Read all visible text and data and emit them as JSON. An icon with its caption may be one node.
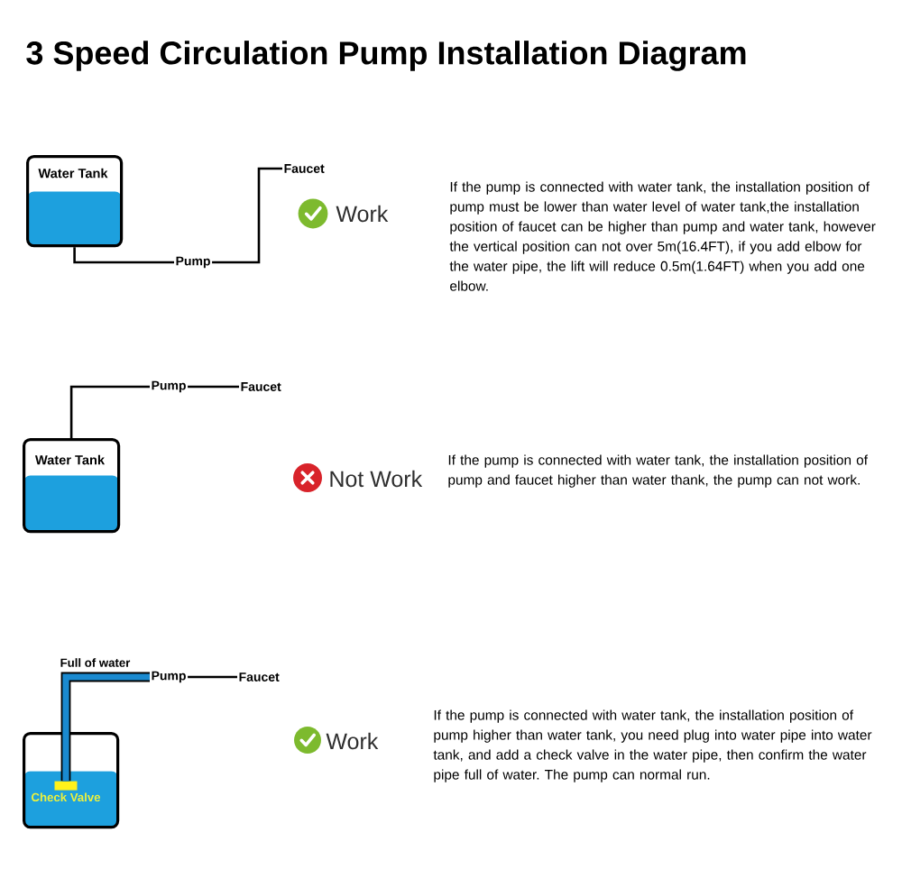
{
  "diagram": {
    "title": "3 Speed Circulation Pump Installation Diagram",
    "nodes": [
      {
        "text": [
          "Water Tank"
        ]
      },
      {
        "text": [
          "Pump"
        ]
      },
      {
        "text": [
          "Faucet"
        ]
      },
      {
        "text": [
          "Pump"
        ]
      },
      {
        "text": [
          "Faucet"
        ]
      },
      {
        "text": [
          "Water Tank"
        ]
      },
      {
        "text": [],
        "shape": "box"
      },
      {
        "text": [
          "Check Valve"
        ],
        "in": 6
      },
      {
        "text": [
          "Pump"
        ]
      },
      {
        "text": [
          "Faucet"
        ]
      }
    ],
    "edges": [
      {
        "from": 0,
        "to": 1,
        "arrow": "none"
      },
      {
        "from": 1,
        "to": 2,
        "arrow": "none"
      },
      {
        "from": 5,
        "to": 3,
        "arrow": "none"
      },
      {
        "from": 3,
        "to": 4,
        "arrow": "none"
      },
      {
        "from": 7,
        "to": 8,
        "arrow": "none",
        "label": "Full of water",
        "style": "thick",
        "color": "#1a8ad0"
      },
      {
        "from": 8,
        "to": 9,
        "arrow": "none"
      }
    ],
    "labels": [
      "Work",
      "If the pump is connected with water tank, the installation position of pump must be lower than water level of water tank,the installation position of faucet can be higher than pump and water tank, however the vertical position can not over 5m(16.4FT), if you add elbow for the water pipe, the lift will reduce 0.5m(1.64FT) when you add one elbow.",
      "Not Work",
      "If the pump is connected with water tank, the installation position of pump and faucet higher than water thank, the pump can not work.",
      "Work",
      "If the pump is connected with water tank, the installation position of pump higher than water tank, you need plug into water pipe into water tank, and add a check valve in the water pipe, then confirm the water pipe full of water. The pump can normal run."
    ]
  }
}
